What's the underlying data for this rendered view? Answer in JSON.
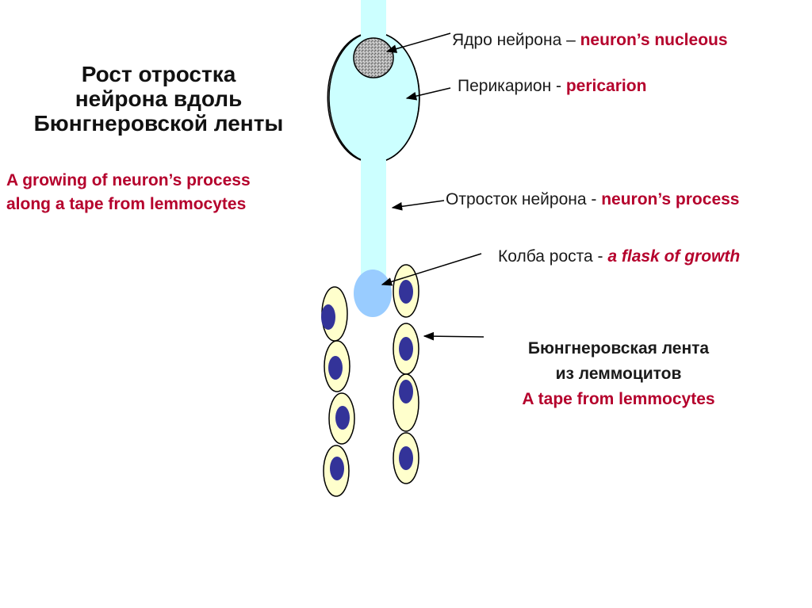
{
  "slide": {
    "title_lines": [
      "Рост отростка",
      "нейрона вдоль",
      "Бюнгнеровской ленты"
    ],
    "subtitle_lines": [
      "A growing of neuron’s process",
      "along a tape from lemmocytes"
    ]
  },
  "labels": {
    "nucleus": {
      "ru": "Ядро нейрона – ",
      "en": "neuron’s nucleous"
    },
    "pericarion": {
      "ru": "Перикарион - ",
      "en": "pericarion"
    },
    "process": {
      "ru": "Отросток нейрона - ",
      "en": "neuron’s process"
    },
    "flask": {
      "ru": "Колба роста - ",
      "en": "a flask of growth"
    },
    "tape": {
      "ru_lines": [
        "Бюнгнеровская лента",
        "из леммоцитов"
      ],
      "en": "A tape from lemmocytes"
    }
  },
  "colors": {
    "cell_body": "#ccffff",
    "growth_cone": "#99ccff",
    "nucleus": "#aaaaaa",
    "lemmocyte": "#ffffcc",
    "lemmocyte_nucleus": "#333399",
    "english_text": "#b5002c"
  }
}
